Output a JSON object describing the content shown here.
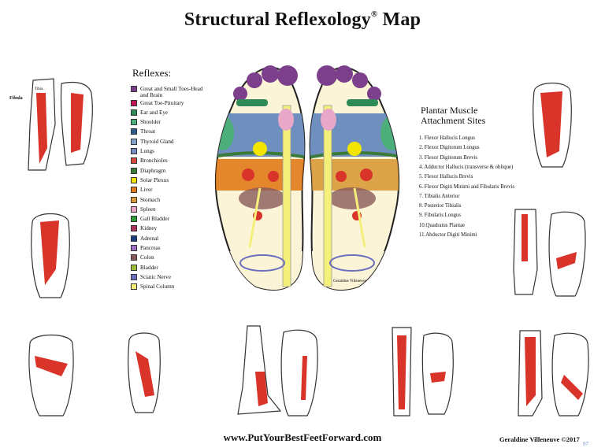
{
  "title": "Structural Reflexology",
  "title_mark": "®",
  "title_suffix": "Map",
  "reflexes": {
    "heading": "Reflexes:",
    "items": [
      {
        "label": "Great and Small Toes-Head and Brain",
        "color": "#7b3f8c"
      },
      {
        "label": "Great Toe-Pituitary",
        "color": "#c2185b"
      },
      {
        "label": "Ear and Eye",
        "color": "#2e8b57"
      },
      {
        "label": "Shoulder",
        "color": "#4caf7a"
      },
      {
        "label": "Throat",
        "color": "#2e5c8a"
      },
      {
        "label": "Thyroid Gland",
        "color": "#7fa3c9"
      },
      {
        "label": "Lungs",
        "color": "#6f8fbf"
      },
      {
        "label": "Bronchioles",
        "color": "#d8473a"
      },
      {
        "label": "Diaphragm",
        "color": "#3a7a3a"
      },
      {
        "label": "Solar Plexus",
        "color": "#f2e600"
      },
      {
        "label": "Liver",
        "color": "#e07a1a"
      },
      {
        "label": "Stomach",
        "color": "#d99a3a"
      },
      {
        "label": "Spleen",
        "color": "#e8a6c8"
      },
      {
        "label": "Gall Bladder",
        "color": "#2f9d3a"
      },
      {
        "label": "Kidney",
        "color": "#b0315a"
      },
      {
        "label": "Adrenal",
        "color": "#1c3f80"
      },
      {
        "label": "Pancreas",
        "color": "#9c6fc0"
      },
      {
        "label": "Colon",
        "color": "#8a5a5a"
      },
      {
        "label": "Bladder",
        "color": "#9bbf3a"
      },
      {
        "label": "Sciatic Nerve",
        "color": "#6b6fc0"
      },
      {
        "label": "Spinal Column",
        "color": "#f5f07a"
      }
    ]
  },
  "plantar": {
    "heading_line1": "Plantar Muscle",
    "heading_line2": "Attachment Sites",
    "items": [
      "1. Flexor Hallucis Longus",
      "2. Flexor Digitorum Longus",
      "3. Flexor Digitorum Brevis",
      "4. Adductor Hallucis (transverse & oblique)",
      "5. Flexor Hallucis Brevis",
      "6. Flexor Digiti Minimi and Fibularis Brevis",
      "7. Tibialis Anterior",
      "8. Posterior Tibialis",
      "9. Fibularis Longus",
      "10.Quadratus Plantae",
      "11.Abductor Digiti Minimi"
    ]
  },
  "labels": {
    "fibula": "Fibula",
    "tibia": "Tibia",
    "footprint_text": "Geraldine Villeneuve"
  },
  "footer": {
    "website": "www.PutYourBestFeetForward.com",
    "author": "Geraldine Villeneuve ©2017",
    "page_number": "97"
  },
  "colors": {
    "foot_base": "#fbf4d6",
    "foot_outline": "#222222",
    "muscle_red": "#d8342a",
    "lungs_blue": "#6f8fbf",
    "liver_orange": "#e07a1a",
    "spine_yellow": "#f5f07a",
    "star_yellow": "#f2e600"
  }
}
